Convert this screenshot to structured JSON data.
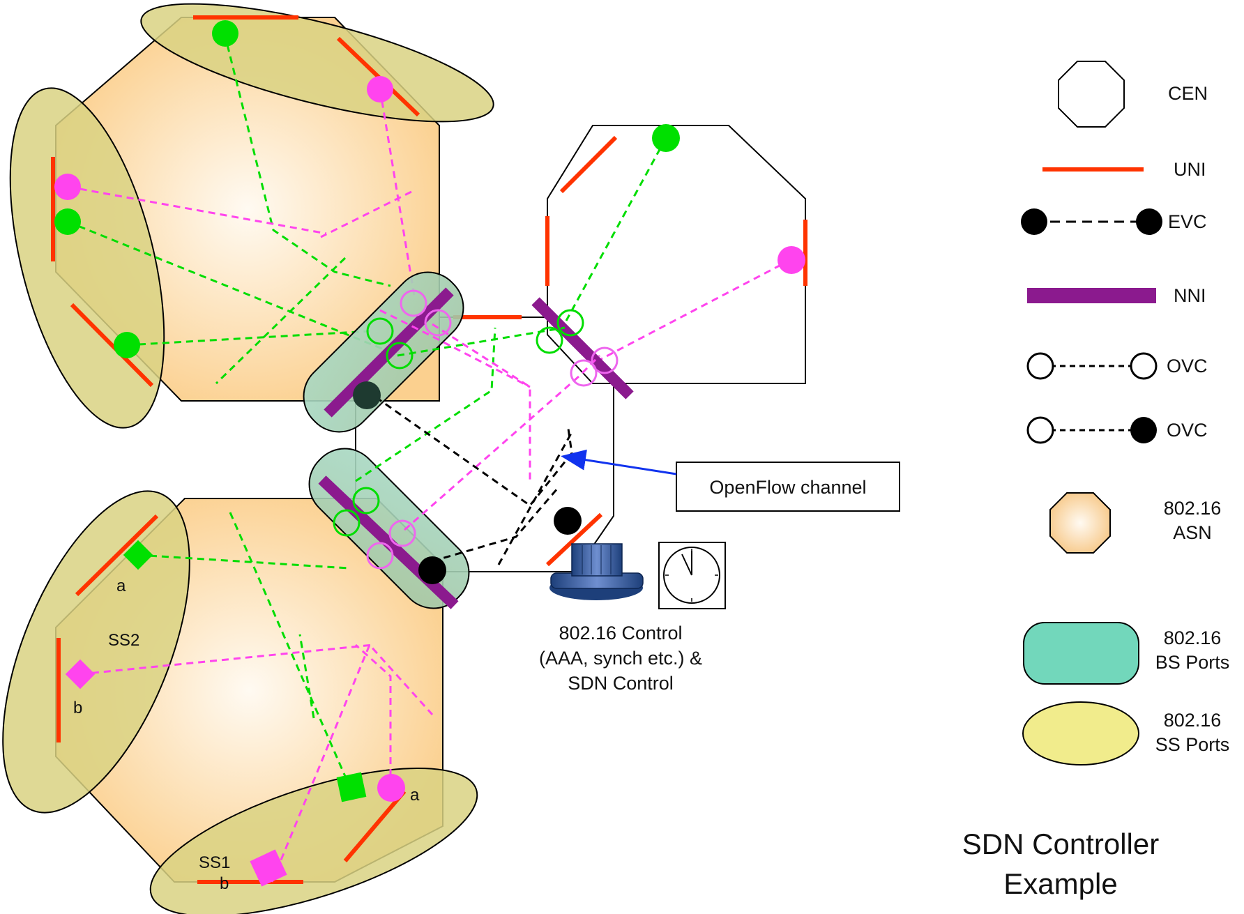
{
  "title": [
    "SDN Controller",
    "Example"
  ],
  "callout": {
    "openflow": "OpenFlow channel"
  },
  "control_caption": [
    "802.16 Control",
    "(AAA, synch etc.) &",
    "SDN Control"
  ],
  "port_labels": {
    "ss2": "SS2",
    "ss2_a": "a",
    "ss2_b": "b",
    "ss1": "SS1",
    "ss1_a": "a",
    "ss1_b": "b"
  },
  "legend": [
    {
      "symbol": "octagon",
      "label": [
        "CEN"
      ]
    },
    {
      "symbol": "uni-line",
      "label": [
        "UNI"
      ]
    },
    {
      "symbol": "evc",
      "label": [
        "EVC"
      ]
    },
    {
      "symbol": "nni-bar",
      "label": [
        "NNI"
      ]
    },
    {
      "symbol": "ovc-open-open",
      "label": [
        "OVC"
      ]
    },
    {
      "symbol": "ovc-open-filled",
      "label": [
        "OVC"
      ]
    },
    {
      "symbol": "asn-octagon",
      "label": [
        "802.16",
        "ASN"
      ]
    },
    {
      "symbol": "bs-port",
      "label": [
        "802.16",
        "BS Ports"
      ]
    },
    {
      "symbol": "ss-port",
      "label": [
        "802.16",
        "SS Ports"
      ]
    }
  ],
  "colors": {
    "uni": "#ff3300",
    "nni": "#8b1a8e",
    "green": "#00dd00",
    "magenta": "#ff44ee",
    "openflow_arrow": "#1133ee",
    "asn_fill_center": "#fffaf0",
    "asn_fill_edge": "#fbd599",
    "bs_port": "#8ec9b0",
    "ss_port": "#e8e28a"
  },
  "icons": [
    "controller-server-icon",
    "clock-icon"
  ]
}
